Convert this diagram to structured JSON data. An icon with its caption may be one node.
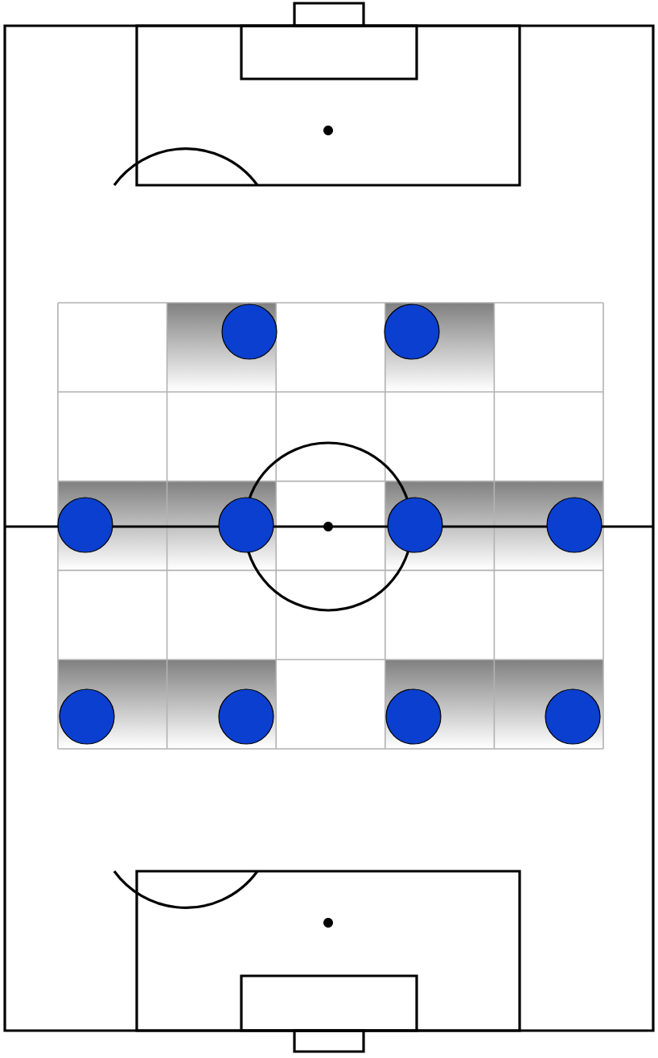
{
  "diagram": {
    "nodes": [
      {
        "text": [],
        "shape": "circle"
      },
      {
        "text": [],
        "shape": "circle"
      },
      {
        "text": [],
        "shape": "circle"
      },
      {
        "text": [],
        "shape": "circle"
      },
      {
        "text": [],
        "shape": "circle"
      },
      {
        "text": [],
        "shape": "circle"
      },
      {
        "text": [],
        "shape": "circle"
      },
      {
        "text": [],
        "shape": "circle"
      },
      {
        "text": [],
        "shape": "circle"
      },
      {
        "text": [],
        "shape": "circle"
      }
    ]
  }
}
